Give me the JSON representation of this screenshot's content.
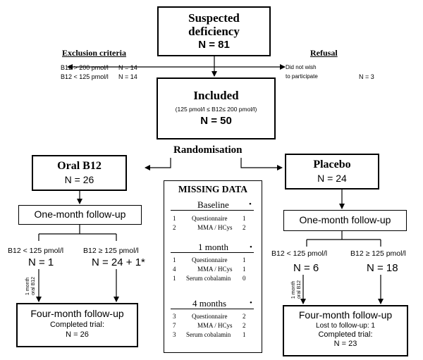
{
  "suspected": {
    "title_line1": "Suspected",
    "title_line2": "deficiency",
    "n": "N = 81"
  },
  "exclusion": {
    "title": "Exclusion criteria",
    "rows": [
      {
        "label": "B12 > 200 pmol/l",
        "n": "N = 14"
      },
      {
        "label": "B12 < 125 pmol/l",
        "n": "N = 14"
      }
    ]
  },
  "refusal": {
    "title": "Refusal",
    "line1": "Did not wish",
    "line2": "to participate",
    "n": "N = 3"
  },
  "included": {
    "title": "Included",
    "criteria": "(125 pmol/l ≤ B12≤ 200 pmol/l)",
    "n": "N = 50"
  },
  "randomisation": "Randomisation",
  "oral": {
    "title": "Oral B12",
    "n": "N = 26",
    "followup1": "One-month follow-up",
    "low_label": "B12 < 125 pmol/l",
    "low_n": "N = 1",
    "high_label": "B12 ≥ 125 pmol/l",
    "high_n": "N = 24 + 1*",
    "side_note_line1": "1 month",
    "side_note_line2": "oral B12",
    "followup4": "Four-month follow-up",
    "completed": "Completed trial:",
    "completed_n": "N = 26"
  },
  "placebo": {
    "title": "Placebo",
    "n": "N = 24",
    "followup1": "One-month follow-up",
    "low_label": "B12 < 125 pmol/l",
    "low_n": "N = 6",
    "high_label": "B12 ≥ 125 pmol/l",
    "high_n": "N = 18",
    "side_note_line1": "1 month",
    "side_note_line2": "oral B12",
    "followup4": "Four-month follow-up",
    "lost": "Lost to follow-up: 1",
    "completed": "Completed trial:",
    "completed_n": "N = 23"
  },
  "missing": {
    "title": "MISSING DATA",
    "sections": [
      {
        "name": "Baseline",
        "rows": [
          {
            "a": "1",
            "label": "Questionnaire",
            "b": "1"
          },
          {
            "a": "2",
            "label": "MMA / HCys",
            "b": "2"
          }
        ]
      },
      {
        "name": "1 month",
        "rows": [
          {
            "a": "1",
            "label": "Questionnaire",
            "b": "1"
          },
          {
            "a": "4",
            "label": "MMA / HCys",
            "b": "1"
          },
          {
            "a": "1",
            "label": "Serum cobalamin",
            "b": "0"
          }
        ]
      },
      {
        "name": "4 months",
        "rows": [
          {
            "a": "3",
            "label": "Questionnaire",
            "b": "2"
          },
          {
            "a": "7",
            "label": "MMA / HCys",
            "b": "2"
          },
          {
            "a": "3",
            "label": "Serum cobalamin",
            "b": "1"
          }
        ]
      }
    ]
  }
}
